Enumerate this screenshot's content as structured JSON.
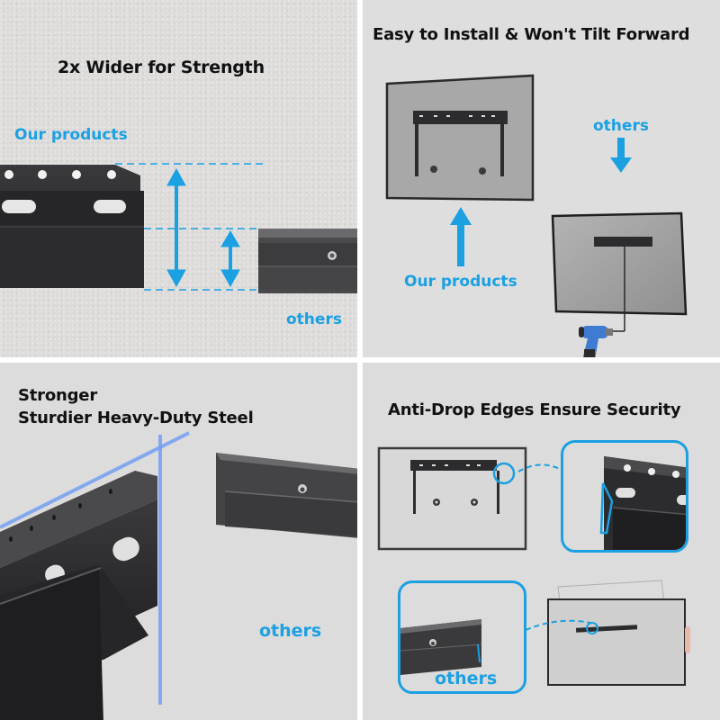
{
  "panels": {
    "width_compare": {
      "title": "2x Wider for Strength",
      "label_ours": "Our products",
      "label_others": "others"
    },
    "install": {
      "title": "Easy to Install & Won't Tilt Forward",
      "label_ours": "Our products",
      "label_others": "others"
    },
    "steel": {
      "title_line1": "Stronger",
      "title_line2": "Sturdier Heavy-Duty Steel",
      "label_others": "others"
    },
    "anti_drop": {
      "title": "Anti-Drop Edges Ensure Security",
      "label_others": "others"
    }
  },
  "colors": {
    "accent": "#1ba0e2",
    "bracket": "#2b2b2d",
    "background": "#dddddd",
    "divider": "#ffffff"
  }
}
